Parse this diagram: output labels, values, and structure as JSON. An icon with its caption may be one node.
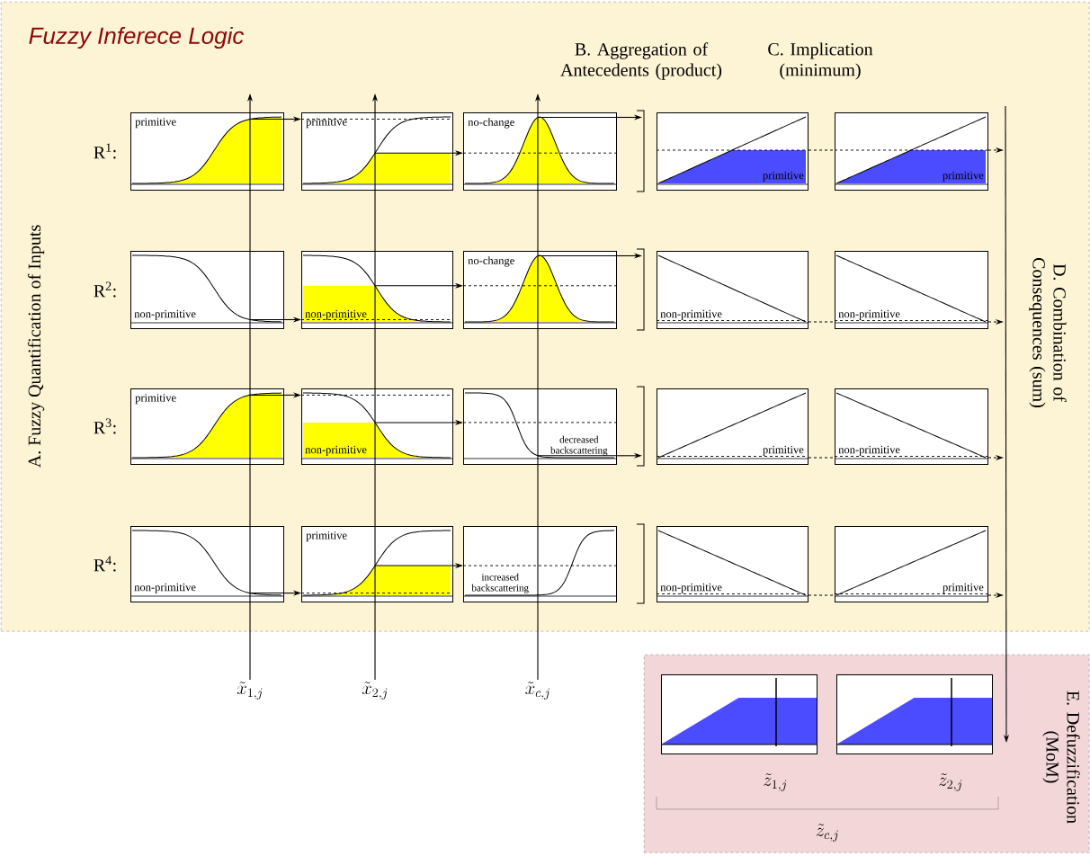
{
  "diagram": {
    "nodes": [
      {
        "text": [
          "Fuzzy Inferece Logic"
        ]
      },
      {
        "text": [
          "E. Defuzzification (MoM)"
        ]
      },
      {
        "text": [
          "primitive"
        ],
        "in": 0
      },
      {
        "text": [
          "primitive"
        ],
        "in": 0
      },
      {
        "text": [
          "no-change"
        ],
        "in": 0
      },
      {
        "text": [
          "primitive"
        ],
        "in": 0
      },
      {
        "text": [
          "primitive"
        ],
        "in": 0
      },
      {
        "text": [
          "non-primitive"
        ],
        "in": 0
      },
      {
        "text": [
          "non-primitive"
        ],
        "in": 0
      },
      {
        "text": [
          "no-change"
        ],
        "in": 0
      },
      {
        "text": [
          "non-primitive"
        ],
        "in": 0
      },
      {
        "text": [
          "non-primitive"
        ],
        "in": 0
      },
      {
        "text": [
          "primitive"
        ],
        "in": 0
      },
      {
        "text": [
          "non-primitive"
        ],
        "in": 0
      },
      {
        "text": [
          "decreased backscattering"
        ],
        "in": 0
      },
      {
        "text": [
          "primitive"
        ],
        "in": 0
      },
      {
        "text": [
          "non-primitive"
        ],
        "in": 0
      },
      {
        "text": [
          "non-primitive"
        ],
        "in": 0
      },
      {
        "text": [
          "primitive"
        ],
        "in": 0
      },
      {
        "text": [
          "increased backscattering"
        ],
        "in": 0
      },
      {
        "text": [
          "non-primitive"
        ],
        "in": 0
      },
      {
        "text": [
          "primitive"
        ],
        "in": 0
      },
      {
        "text": [],
        "shape": "box",
        "in": 1
      },
      {
        "text": [],
        "shape": "box",
        "in": 1
      },
      {
        "text": [
          "\\tilde{x}_{1,j}"
        ]
      },
      {
        "text": [
          "\\tilde{x}_{2,j}"
        ]
      },
      {
        "text": [
          "\\tilde{x}_{c,j}"
        ]
      }
    ],
    "edges": [
      {
        "from": 2,
        "to": 3,
        "arrow": "to"
      },
      {
        "from": 3,
        "to": 4,
        "arrow": "to"
      },
      {
        "from": 4,
        "to": 5,
        "arrow": "to"
      },
      {
        "from": 5,
        "to": 6,
        "arrow": "none",
        "style": "dashed"
      },
      {
        "from": 6,
        "to": null,
        "arrow": "to",
        "style": "dashed"
      },
      {
        "from": 7,
        "to": 8,
        "arrow": "to"
      },
      {
        "from": 8,
        "to": 9,
        "arrow": "to"
      },
      {
        "from": 9,
        "to": 10,
        "arrow": "to"
      },
      {
        "from": 10,
        "to": 11,
        "arrow": "none",
        "style": "dashed"
      },
      {
        "from": 11,
        "to": null,
        "arrow": "to",
        "style": "dashed"
      },
      {
        "from": 12,
        "to": 13,
        "arrow": "to"
      },
      {
        "from": 13,
        "to": 14,
        "arrow": "to"
      },
      {
        "from": 14,
        "to": 15,
        "arrow": "to"
      },
      {
        "from": 15,
        "to": 16,
        "arrow": "none",
        "style": "dashed"
      },
      {
        "from": 16,
        "to": null,
        "arrow": "to",
        "style": "dashed"
      },
      {
        "from": 17,
        "to": 18,
        "arrow": "to"
      },
      {
        "from": 18,
        "to": 19,
        "arrow": "to"
      },
      {
        "from": 20,
        "to": 21,
        "arrow": "none",
        "style": "dashed"
      },
      {
        "from": 21,
        "to": null,
        "arrow": "to",
        "style": "dashed"
      },
      {
        "from": 24,
        "to": 2,
        "arrow": "to"
      },
      {
        "from": 24,
        "to": 7,
        "arrow": "to"
      },
      {
        "from": 24,
        "to": 12,
        "arrow": "to"
      },
      {
        "from": 24,
        "to": 17,
        "arrow": "to"
      },
      {
        "from": 25,
        "to": 3,
        "arrow": "to"
      },
      {
        "from": 25,
        "to": 8,
        "arrow": "to"
      },
      {
        "from": 25,
        "to": 13,
        "arrow": "to"
      },
      {
        "from": 25,
        "to": 18,
        "arrow": "to"
      },
      {
        "from": 26,
        "to": 4,
        "arrow": "to"
      },
      {
        "from": 26,
        "to": 9,
        "arrow": "to"
      },
      {
        "from": 26,
        "to": 14,
        "arrow": "to"
      },
      {
        "from": 26,
        "to": 19,
        "arrow": "to"
      },
      {
        "from": null,
        "to": 23,
        "arrow": "to"
      }
    ],
    "labels": [
      "A. Fuzzy Quantification of Inputs",
      "B. Aggregation of Antecedents (product)",
      "C. Implication (minimum)",
      "D. Combination of Consequences (sum)",
      "R$^{1}$:",
      "R$^{2}$:",
      "R$^{3}$:",
      "R$^{4}$:",
      "\\tilde{z}_{1,j}",
      "\\tilde{z}_{2,j}",
      "\\tilde{z}_{c,j}"
    ]
  }
}
